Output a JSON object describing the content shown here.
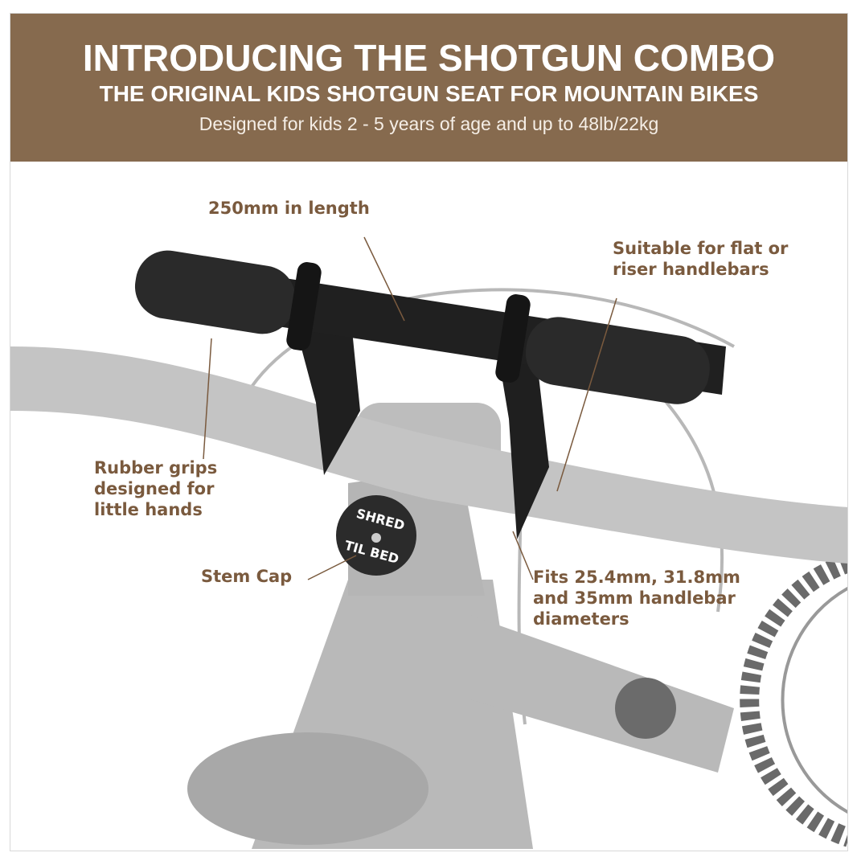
{
  "banner": {
    "title": "INTRODUCING THE SHOTGUN COMBO",
    "subtitle": "THE ORIGINAL KIDS SHOTGUN SEAT FOR MOUNTAIN BIKES",
    "tagline": "Designed for kids 2 - 5 years of age and up to 48lb/22kg",
    "color": "#866a4e"
  },
  "callouts": {
    "length": "250mm in length",
    "handlebars": [
      "Suitable for flat or",
      "riser handlebars"
    ],
    "grips": [
      "Rubber grips",
      "designed for",
      "little hands"
    ],
    "stem_cap": "Stem Cap",
    "fits": [
      "Fits 25.4mm, 31.8mm",
      "and 35mm handlebar",
      "diameters"
    ],
    "color": "#7a5a3e"
  },
  "stem_cap_logo": "SHRED TIL BED"
}
